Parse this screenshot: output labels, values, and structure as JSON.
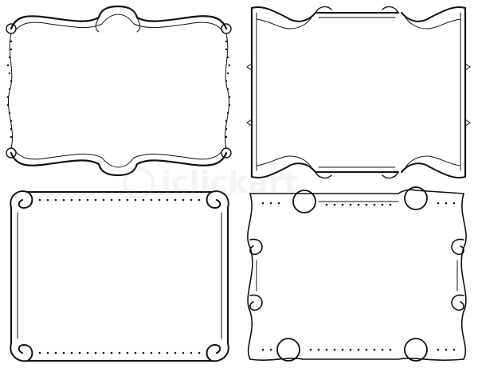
{
  "canvas": {
    "background": "#ffffff",
    "ink": "#111111",
    "watermark_color": "#9a9a9a"
  },
  "frames": [
    {
      "name": "frame-top-left",
      "style": "scroll-banner-wavy-dotted"
    },
    {
      "name": "frame-top-right",
      "style": "double-line-swirl-corners"
    },
    {
      "name": "frame-bottom-left",
      "style": "dotted-rectangle-curl-corners"
    },
    {
      "name": "frame-bottom-right",
      "style": "dotted-scalloped-circle-corners"
    }
  ],
  "watermark": {
    "text": "iclickart",
    "icon": "watermark-logo"
  }
}
